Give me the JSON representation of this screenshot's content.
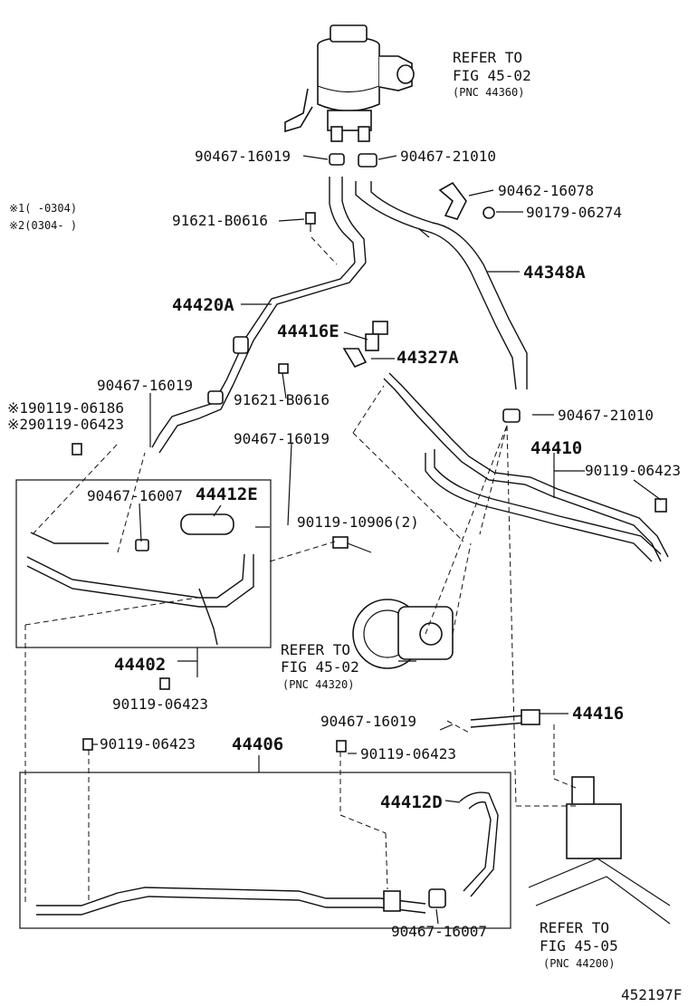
{
  "labels": {
    "ref_reservoir": [
      "REFER TO",
      "FIG 45-02",
      "(PNC 44360)"
    ],
    "p_90467_16019_a": "90467-16019",
    "p_90467_21010_a": "90467-21010",
    "p_90462_16078": "90462-16078",
    "p_90179_06274": "90179-06274",
    "note1": "※1(    -0304)",
    "note2": "※2(0304-    )",
    "p_91621_B0616_a": "91621-B0616",
    "p_44348A": "44348A",
    "p_44420A": "44420A",
    "p_44416E": "44416E",
    "p_44327A": "44327A",
    "p_90467_16019_b": "90467-16019",
    "p_91621_B0616_b": "91621-B0616",
    "p_90467_21010_b": "90467-21010",
    "p_90119_06186": "※190119-06186",
    "p_90119_06423_alt": "※290119-06423",
    "p_90467_16019_c": "90467-16019",
    "p_44410": "44410",
    "p_90467_16007_a": "90467-16007",
    "p_44412E": "44412E",
    "p_90119_06423_a": "90119-06423",
    "p_90119_10906": "90119-10906(2)",
    "ref_pump": [
      "REFER TO",
      "FIG 45-02",
      "(PNC 44320)"
    ],
    "p_44402": "44402",
    "p_90119_06423_b": "90119-06423",
    "p_90467_16019_d": "90467-16019",
    "p_44416": "44416",
    "p_90119_06423_c": "90119-06423",
    "p_44406": "44406",
    "p_90119_06423_d": "90119-06423",
    "p_44412D": "44412D",
    "p_90467_16007_b": "90467-16007",
    "ref_gear": [
      "REFER TO",
      "FIG 45-05",
      "(PNC 44200)"
    ],
    "fig_id": "452197F"
  }
}
